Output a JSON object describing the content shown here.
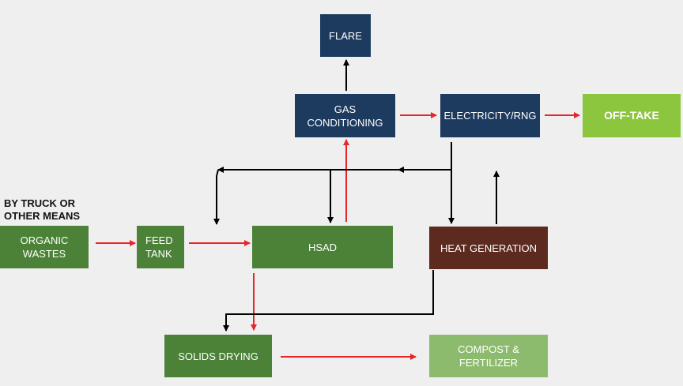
{
  "colors": {
    "background": "#efefef",
    "navy": "#1d3a5f",
    "dark_green": "#4b8238",
    "light_green": "#8cc63f",
    "pale_green": "#8dbb6e",
    "brown": "#5c2a1e",
    "arrow_black": "#000000",
    "arrow_red": "#e8262a"
  },
  "diagram": {
    "nodes": {
      "flare": "FLARE",
      "gas_conditioning": "GAS\nCONDITIONING",
      "electricity_rng": "ELECTRICITY/RNG",
      "off_take": "OFF-TAKE",
      "organic_wastes": "ORGANIC\nWASTES",
      "feed_tank": "FEED\nTANK",
      "hsad": "HSAD",
      "heat_generation": "HEAT GENERATION",
      "solids_drying": "SOLIDS DRYING",
      "compost_fertilizer": "COMPOST &\nFERTILIZER"
    },
    "input_note": "BY TRUCK  OR\nOTHER MEANS",
    "edges": [
      {
        "from": "organic_wastes",
        "to": "feed_tank",
        "color": "red"
      },
      {
        "from": "feed_tank",
        "to": "hsad",
        "color": "red"
      },
      {
        "from": "hsad",
        "to": "gas_conditioning",
        "color": "red"
      },
      {
        "from": "gas_conditioning",
        "to": "flare",
        "color": "black"
      },
      {
        "from": "gas_conditioning",
        "to": "electricity_rng",
        "color": "red"
      },
      {
        "from": "electricity_rng",
        "to": "off_take",
        "color": "red"
      },
      {
        "from": "electricity_rng",
        "to": "heat_generation",
        "color": "black"
      },
      {
        "from": "electricity_rng",
        "to": "hsad",
        "color": "black"
      },
      {
        "from": "heat_generation",
        "to": "electricity_rng",
        "color": "black"
      },
      {
        "from": "heat_generation",
        "to": "solids_drying",
        "color": "black"
      },
      {
        "from": "hsad",
        "to": "solids_drying",
        "color": "red"
      },
      {
        "from": "solids_drying",
        "to": "compost_fertilizer",
        "color": "red"
      }
    ]
  }
}
